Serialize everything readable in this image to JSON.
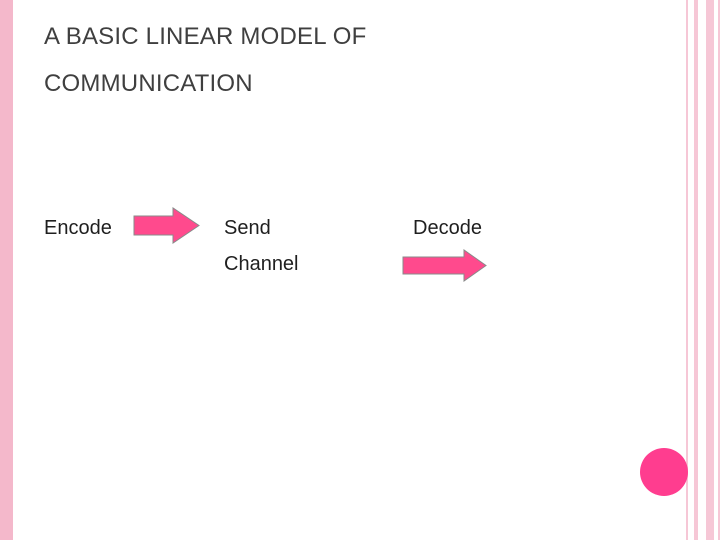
{
  "slide": {
    "title_line1": "A BASIC LINEAR MODEL OF",
    "title_line2": "COMMUNICATION",
    "labels": {
      "encode": "Encode",
      "send": "Send",
      "channel": "Channel",
      "decode": "Decode"
    },
    "colors": {
      "arrow_fill": "#ff4a8d",
      "arrow_stroke": "#8a8a8a",
      "accent": "#ff3d8f",
      "border": "#f2b7cc"
    }
  }
}
